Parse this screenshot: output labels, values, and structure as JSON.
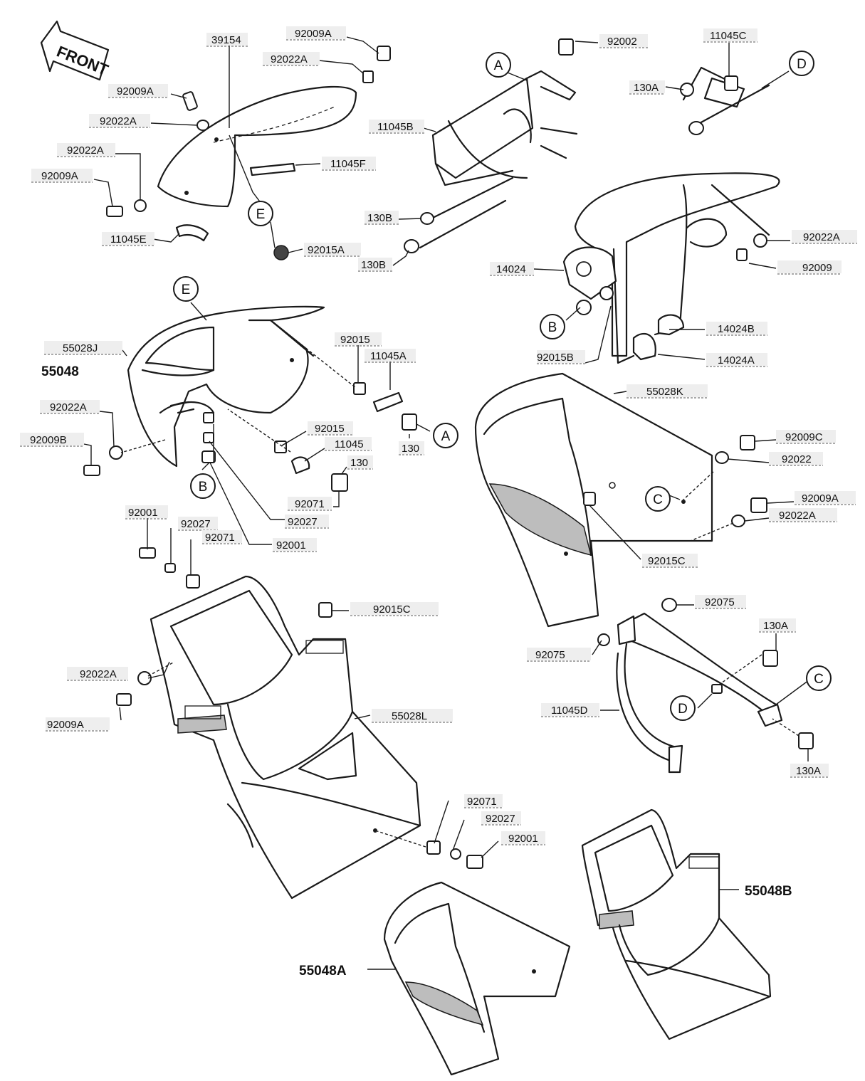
{
  "arrow": {
    "text": "FRONT"
  },
  "labels": [
    {
      "id": "l39154",
      "text": "39154"
    },
    {
      "id": "l92009A_1",
      "text": "92009A"
    },
    {
      "id": "l92022A_1",
      "text": "92022A"
    },
    {
      "id": "l92009A_2",
      "text": "92009A"
    },
    {
      "id": "l92022A_2",
      "text": "92022A"
    },
    {
      "id": "l92022A_3",
      "text": "92022A"
    },
    {
      "id": "l92009A_3",
      "text": "92009A"
    },
    {
      "id": "l11045F",
      "text": "11045F"
    },
    {
      "id": "l11045E",
      "text": "11045E"
    },
    {
      "id": "l92015A",
      "text": "92015A"
    },
    {
      "id": "l92002",
      "text": "92002"
    },
    {
      "id": "l11045B",
      "text": "11045B"
    },
    {
      "id": "l130B_1",
      "text": "130B"
    },
    {
      "id": "l130B_2",
      "text": "130B"
    },
    {
      "id": "l11045C",
      "text": "11045C"
    },
    {
      "id": "l130A_1",
      "text": "130A"
    },
    {
      "id": "l92022A_4",
      "text": "92022A"
    },
    {
      "id": "l92009",
      "text": "92009"
    },
    {
      "id": "l14024",
      "text": "14024"
    },
    {
      "id": "l14024B",
      "text": "14024B"
    },
    {
      "id": "l14024A",
      "text": "14024A"
    },
    {
      "id": "l92015B",
      "text": "92015B"
    },
    {
      "id": "l55028J",
      "text": "55028J"
    },
    {
      "id": "l92015_1",
      "text": "92015"
    },
    {
      "id": "l11045A",
      "text": "11045A"
    },
    {
      "id": "l92022A_5",
      "text": "92022A"
    },
    {
      "id": "l92009B",
      "text": "92009B"
    },
    {
      "id": "l130_1",
      "text": "130"
    },
    {
      "id": "l92015_2",
      "text": "92015"
    },
    {
      "id": "l11045",
      "text": "11045"
    },
    {
      "id": "l130_2",
      "text": "130"
    },
    {
      "id": "l92071_1",
      "text": "92071"
    },
    {
      "id": "l92027_1",
      "text": "92027"
    },
    {
      "id": "l92001_1",
      "text": "92001"
    },
    {
      "id": "l92001_2",
      "text": "92001"
    },
    {
      "id": "l92027_2",
      "text": "92027"
    },
    {
      "id": "l92071_2",
      "text": "92071"
    },
    {
      "id": "l55028K",
      "text": "55028K"
    },
    {
      "id": "l92009C",
      "text": "92009C"
    },
    {
      "id": "l92022",
      "text": "92022"
    },
    {
      "id": "l92009A_4",
      "text": "92009A"
    },
    {
      "id": "l92022A_6",
      "text": "92022A"
    },
    {
      "id": "l92015C_1",
      "text": "92015C"
    },
    {
      "id": "l92015C_2",
      "text": "92015C"
    },
    {
      "id": "l92022A_7",
      "text": "92022A"
    },
    {
      "id": "l92009A_5",
      "text": "92009A"
    },
    {
      "id": "l55028L",
      "text": "55028L"
    },
    {
      "id": "l92075_1",
      "text": "92075"
    },
    {
      "id": "l92075_2",
      "text": "92075"
    },
    {
      "id": "l130A_2",
      "text": "130A"
    },
    {
      "id": "l11045D",
      "text": "11045D"
    },
    {
      "id": "l130A_3",
      "text": "130A"
    },
    {
      "id": "l92071_3",
      "text": "92071"
    },
    {
      "id": "l92027_3",
      "text": "92027"
    },
    {
      "id": "l92001_3",
      "text": "92001"
    }
  ],
  "big_labels": {
    "p55048": "55048",
    "p55048A": "55048A",
    "p55048B": "55048B"
  },
  "callouts": [
    {
      "id": "cA1",
      "text": "A"
    },
    {
      "id": "cD1",
      "text": "D"
    },
    {
      "id": "cE1",
      "text": "E"
    },
    {
      "id": "cB1",
      "text": "B"
    },
    {
      "id": "cE2",
      "text": "E"
    },
    {
      "id": "cA2",
      "text": "A"
    },
    {
      "id": "cB2",
      "text": "B"
    },
    {
      "id": "cC1",
      "text": "C"
    },
    {
      "id": "cC2",
      "text": "C"
    },
    {
      "id": "cD2",
      "text": "D"
    }
  ]
}
